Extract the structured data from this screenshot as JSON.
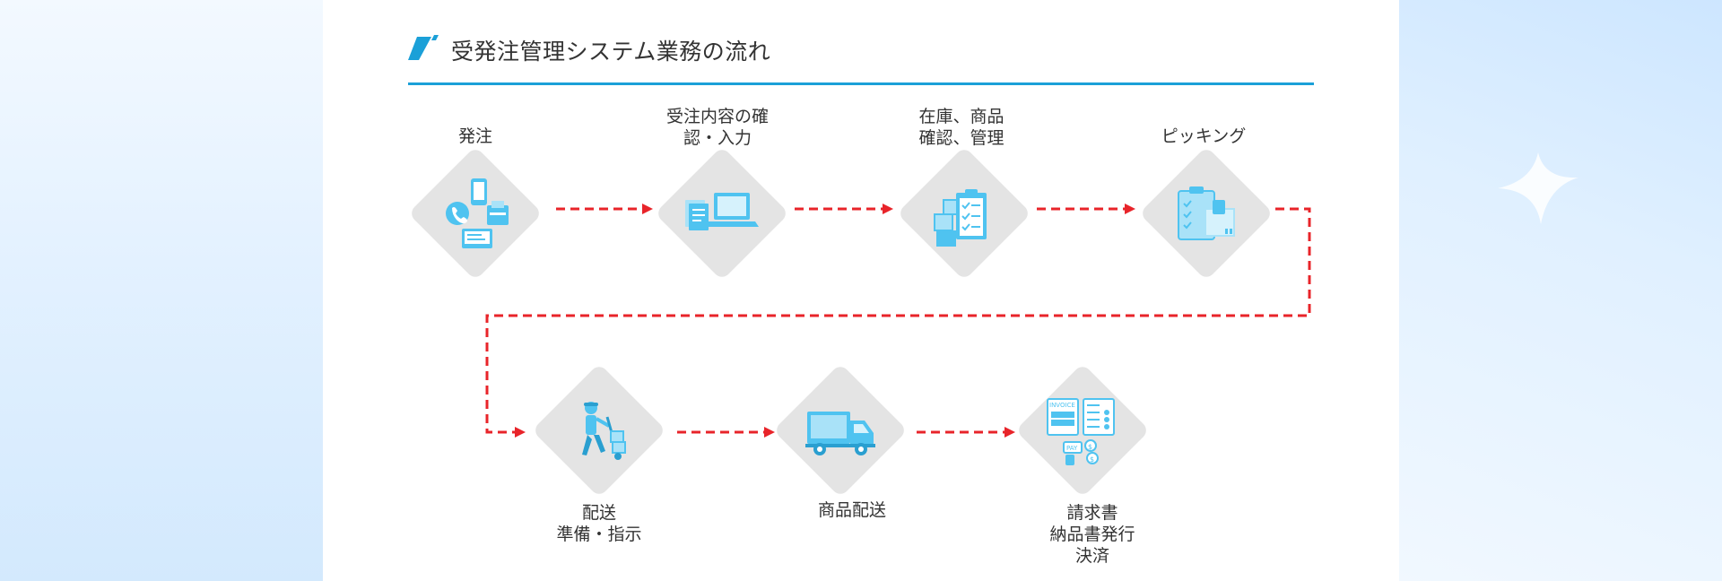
{
  "title": "受発注管理システム業務の流れ",
  "colors": {
    "accent": "#1ba0d8",
    "arrow": "#e8242a",
    "diamond": "#e4e4e4",
    "icon": "#4fc3f0"
  },
  "steps": [
    {
      "label": "発注",
      "icon": "order-channels-icon"
    },
    {
      "label": "受注内容の確\n認・入力",
      "icon": "documents-laptop-icon"
    },
    {
      "label": "在庫、商品\n確認、管理",
      "icon": "inventory-checklist-icon"
    },
    {
      "label": "ピッキング",
      "icon": "picking-clipboard-icon"
    },
    {
      "label": "配送\n準備・指示",
      "icon": "hand-truck-worker-icon"
    },
    {
      "label": "商品配送",
      "icon": "delivery-truck-icon"
    },
    {
      "label": "請求書\n納品書発行\n決済",
      "icon": "invoice-payment-icon"
    }
  ],
  "invoice_icon_text": [
    "INVOICE",
    "PAY",
    "$"
  ]
}
